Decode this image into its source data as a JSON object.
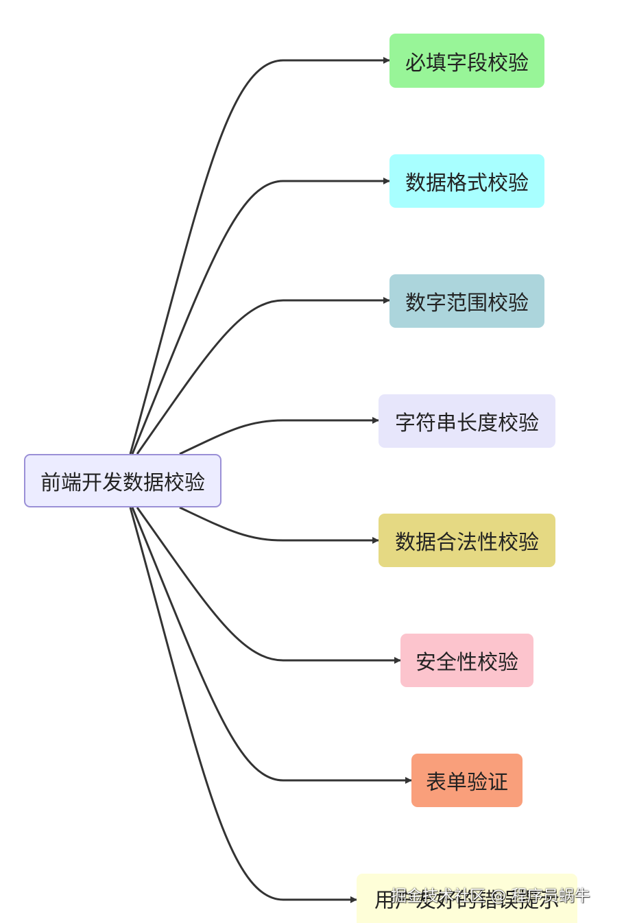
{
  "diagram": {
    "root": {
      "label": "前端开发数据校验",
      "fill": "#ececff",
      "border": "#9a8fd6"
    },
    "edge_color": "#333333",
    "children": [
      {
        "label": "必填字段校验",
        "fill": "#98f598"
      },
      {
        "label": "数据格式校验",
        "fill": "#a8ffff"
      },
      {
        "label": "数字范围校验",
        "fill": "#acd5dc"
      },
      {
        "label": "字符串长度校验",
        "fill": "#e7e6fb"
      },
      {
        "label": "数据合法性校验",
        "fill": "#e5d983"
      },
      {
        "label": "安全性校验",
        "fill": "#fcc4cd"
      },
      {
        "label": "表单验证",
        "fill": "#f99f7b"
      },
      {
        "label": "用户友好的错误提示",
        "fill": "#fefed8"
      }
    ]
  },
  "watermark": {
    "text": "掘金技术社区 @ 程序员蜗牛"
  }
}
